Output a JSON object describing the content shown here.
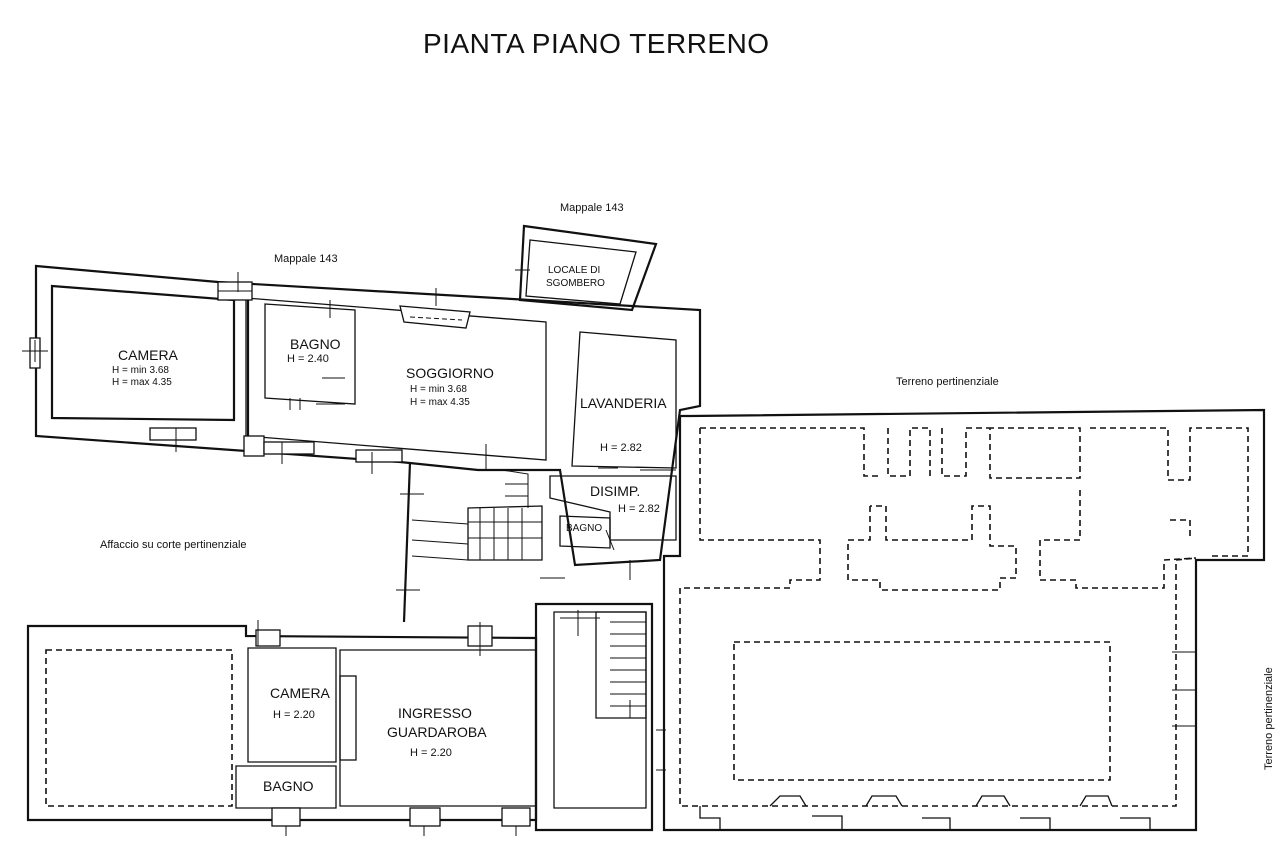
{
  "title": "PIANTA PIANO TERRENO",
  "neighbours": {
    "mappale_left": "Mappale 143",
    "mappale_right": "Mappale 143",
    "terreno_top": "Terreno pertinenziale",
    "terreno_right": "Terreno pertinenziale",
    "affaccio": "Affaccio su corte pertinenziale"
  },
  "rooms": {
    "camera_upper": {
      "name": "CAMERA",
      "h1": "H = min 3.68",
      "h2": "H = max 4.35"
    },
    "bagno_upper": {
      "name": "BAGNO",
      "h": "H = 2.40"
    },
    "soggiorno": {
      "name": "SOGGIORNO",
      "h1": "H = min 3.68",
      "h2": "H = max 4.35"
    },
    "locale_sgombero": {
      "line1": "LOCALE DI",
      "line2": "SGOMBERO"
    },
    "lavanderia": {
      "name": "LAVANDERIA",
      "h": "H = 2.82"
    },
    "disimpegno": {
      "name": "DISIMP.",
      "h": "H = 2.82"
    },
    "bagno_small": {
      "name": "BAGNO"
    },
    "camera_lower": {
      "name": "CAMERA",
      "h": "H = 2.20"
    },
    "ingresso": {
      "line1": "INGRESSO",
      "line2": "GUARDAROBA",
      "h": "H = 2.20"
    },
    "bagno_lower": {
      "name": "BAGNO"
    }
  }
}
